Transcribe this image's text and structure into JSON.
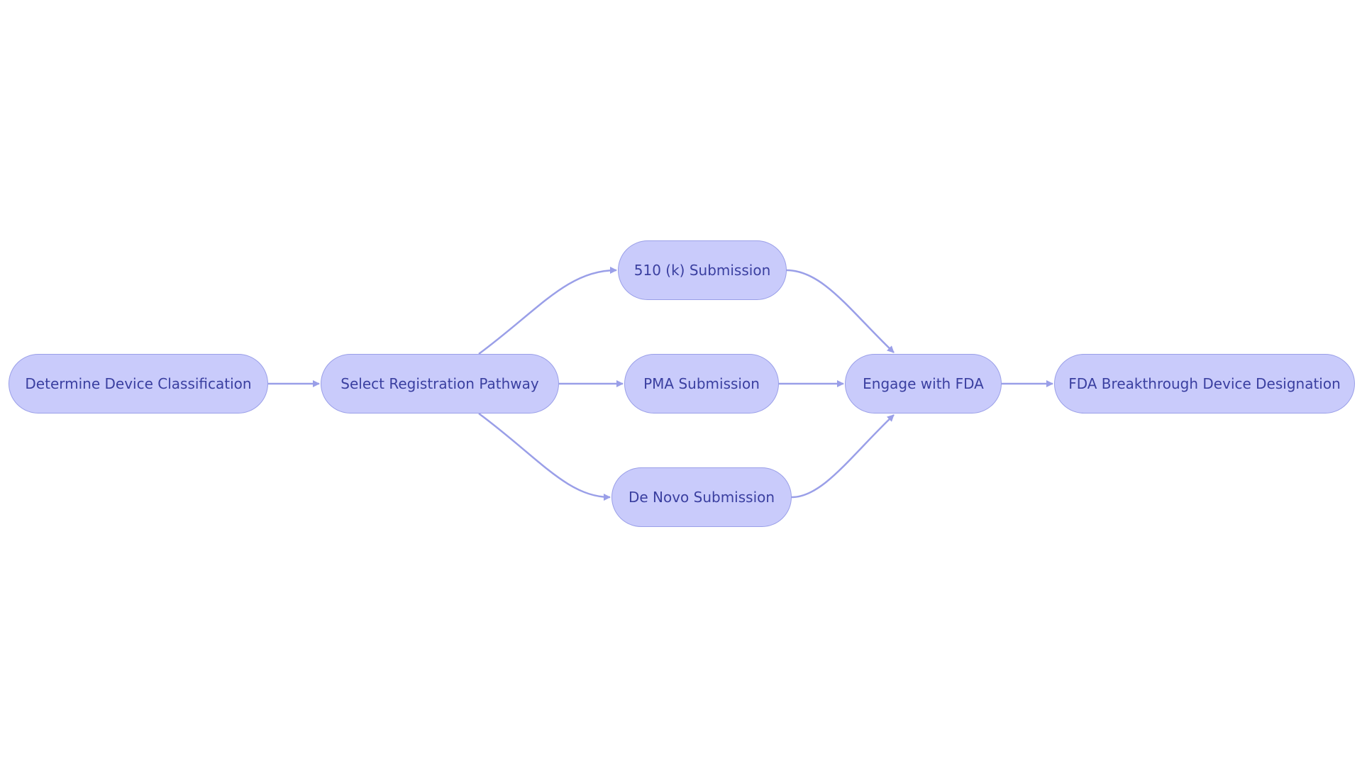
{
  "diagram": {
    "type": "flowchart",
    "direction": "left-to-right",
    "colors": {
      "node_fill": "#c9cbfb",
      "node_border": "#9a9fe8",
      "node_text": "#3a3fa0",
      "edge": "#9a9fe8",
      "background": "#ffffff"
    },
    "nodes": {
      "classify": "Determine Device Classification",
      "pathway": "Select Registration Pathway",
      "k510": "510 (k) Submission",
      "pma": "PMA Submission",
      "denovo": "De Novo Submission",
      "engage": "Engage with FDA",
      "breakthrough": "FDA Breakthrough Device Designation"
    },
    "edges": [
      {
        "from": "classify",
        "to": "pathway"
      },
      {
        "from": "pathway",
        "to": "k510"
      },
      {
        "from": "pathway",
        "to": "pma"
      },
      {
        "from": "pathway",
        "to": "denovo"
      },
      {
        "from": "k510",
        "to": "engage"
      },
      {
        "from": "pma",
        "to": "engage"
      },
      {
        "from": "denovo",
        "to": "engage"
      },
      {
        "from": "engage",
        "to": "breakthrough"
      }
    ]
  }
}
